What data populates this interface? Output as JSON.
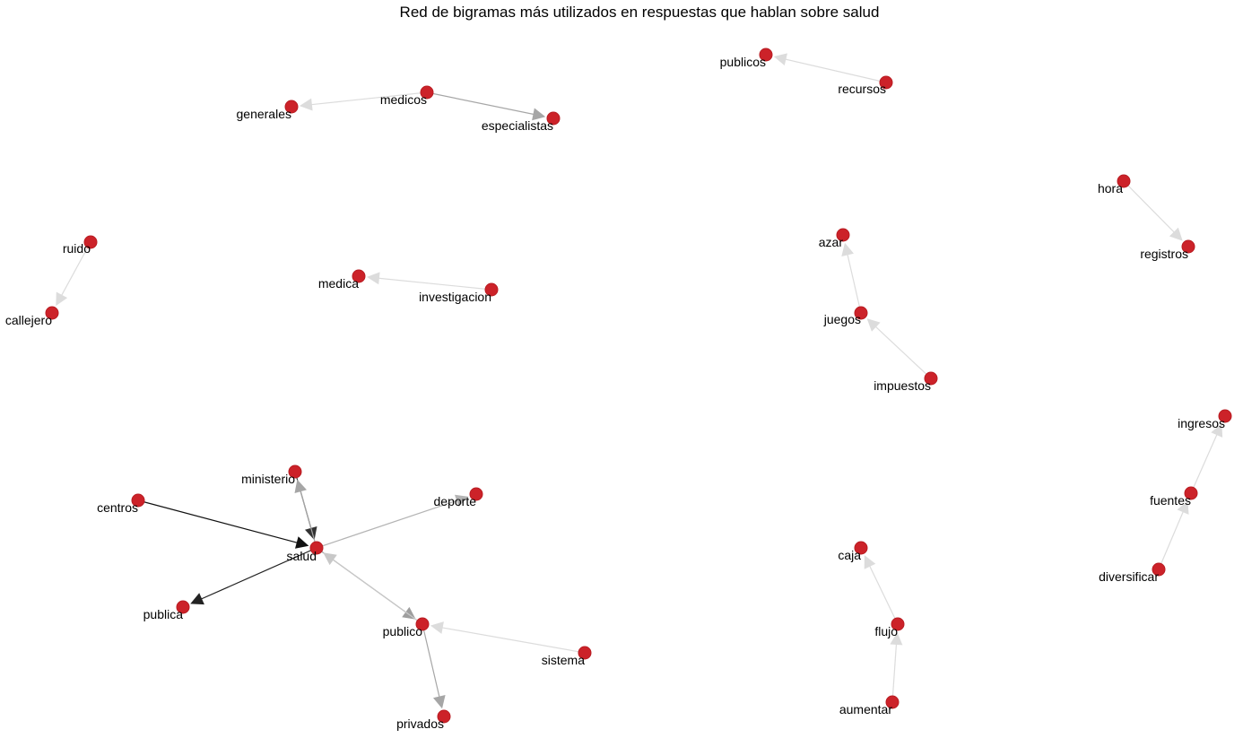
{
  "title": "Red de bigramas más utilizados en respuestas que hablan sobre salud",
  "colors": {
    "node_fill": "#cc2229",
    "node_stroke": "#b81c22",
    "label": "#000000",
    "background": "#ffffff"
  },
  "nodes": [
    {
      "id": "publicos",
      "label": "publicos"
    },
    {
      "id": "recursos",
      "label": "recursos"
    },
    {
      "id": "medicos",
      "label": "medicos"
    },
    {
      "id": "generales",
      "label": "generales"
    },
    {
      "id": "especialistas",
      "label": "especialistas"
    },
    {
      "id": "hora",
      "label": "hora"
    },
    {
      "id": "registros",
      "label": "registros"
    },
    {
      "id": "ruido",
      "label": "ruido"
    },
    {
      "id": "callejero",
      "label": "callejero"
    },
    {
      "id": "medica",
      "label": "medica"
    },
    {
      "id": "investigacion",
      "label": "investigacion"
    },
    {
      "id": "azar",
      "label": "azar"
    },
    {
      "id": "juegos",
      "label": "juegos"
    },
    {
      "id": "impuestos",
      "label": "impuestos"
    },
    {
      "id": "ingresos",
      "label": "ingresos"
    },
    {
      "id": "fuentes",
      "label": "fuentes"
    },
    {
      "id": "diversificar",
      "label": "diversificar"
    },
    {
      "id": "ministerio",
      "label": "ministerio"
    },
    {
      "id": "centros",
      "label": "centros"
    },
    {
      "id": "deporte",
      "label": "deporte"
    },
    {
      "id": "salud",
      "label": "salud"
    },
    {
      "id": "publica",
      "label": "publica"
    },
    {
      "id": "publico",
      "label": "publico"
    },
    {
      "id": "sistema",
      "label": "sistema"
    },
    {
      "id": "privados",
      "label": "privados"
    },
    {
      "id": "caja",
      "label": "caja"
    },
    {
      "id": "flujo",
      "label": "flujo"
    },
    {
      "id": "aumentar",
      "label": "aumentar"
    }
  ],
  "edges": [
    {
      "from": "recursos",
      "to": "publicos",
      "shade": "#dcdcdc"
    },
    {
      "from": "medicos",
      "to": "generales",
      "shade": "#dcdcdc"
    },
    {
      "from": "medicos",
      "to": "especialistas",
      "shade": "#a6a6a6"
    },
    {
      "from": "hora",
      "to": "registros",
      "shade": "#dcdcdc"
    },
    {
      "from": "ruido",
      "to": "callejero",
      "shade": "#dcdcdc"
    },
    {
      "from": "investigacion",
      "to": "medica",
      "shade": "#dcdcdc"
    },
    {
      "from": "juegos",
      "to": "azar",
      "shade": "#dcdcdc"
    },
    {
      "from": "impuestos",
      "to": "juegos",
      "shade": "#dcdcdc"
    },
    {
      "from": "fuentes",
      "to": "ingresos",
      "shade": "#dcdcdc"
    },
    {
      "from": "diversificar",
      "to": "fuentes",
      "shade": "#dcdcdc"
    },
    {
      "from": "centros",
      "to": "salud",
      "shade": "#111111"
    },
    {
      "from": "ministerio",
      "to": "salud",
      "shade": "#333333"
    },
    {
      "from": "salud",
      "to": "ministerio",
      "shade": "#a6a6a6"
    },
    {
      "from": "salud",
      "to": "publica",
      "shade": "#222222"
    },
    {
      "from": "salud",
      "to": "deporte",
      "shade": "#b4b4b4"
    },
    {
      "from": "salud",
      "to": "publico",
      "shade": "#9e9e9e"
    },
    {
      "from": "publico",
      "to": "salud",
      "shade": "#c8c8c8"
    },
    {
      "from": "sistema",
      "to": "publico",
      "shade": "#dcdcdc"
    },
    {
      "from": "publico",
      "to": "privados",
      "shade": "#a6a6a6"
    },
    {
      "from": "flujo",
      "to": "caja",
      "shade": "#dcdcdc"
    },
    {
      "from": "aumentar",
      "to": "flujo",
      "shade": "#dcdcdc"
    }
  ]
}
